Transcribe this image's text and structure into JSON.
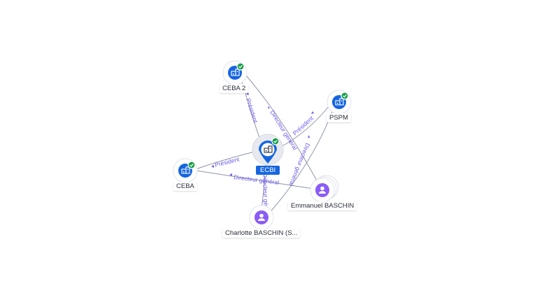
{
  "nodes": {
    "ecbi": {
      "label": "ECBI",
      "kind": "company",
      "verified": true,
      "central": true
    },
    "ceba2": {
      "label": "CEBA 2",
      "kind": "company",
      "verified": true
    },
    "pspm": {
      "label": "PSPM",
      "kind": "company",
      "verified": true
    },
    "ceba": {
      "label": "CEBA",
      "kind": "company",
      "verified": true
    },
    "emmanuel": {
      "label": "Emmanuel BASCHIN",
      "kind": "person"
    },
    "charlotte": {
      "label": "Charlotte BASCHIN (S...",
      "kind": "person"
    }
  },
  "edges": {
    "ecbi_ceba2": {
      "label": "Président"
    },
    "ecbi_ceba": {
      "label": "Président"
    },
    "ecbi_pspm": {
      "label": "Président"
    },
    "ceba2_emmanuel": {
      "label": "Directeur général"
    },
    "pspm_charlotte": {
      "label": "Directeur général"
    },
    "ceba_emmanuel": {
      "label": "Directeur général"
    },
    "ecbi_charlotte": {
      "label": "Directeur général"
    }
  },
  "icons": {
    "company": "building-icon",
    "person": "person-icon",
    "verified": "check-badge-icon"
  },
  "colors": {
    "company": "#1565e0",
    "person": "#8b5cf6",
    "verified": "#1a9e4b",
    "edge_label": "#6c5ce7",
    "edge": "#8f95a8"
  }
}
